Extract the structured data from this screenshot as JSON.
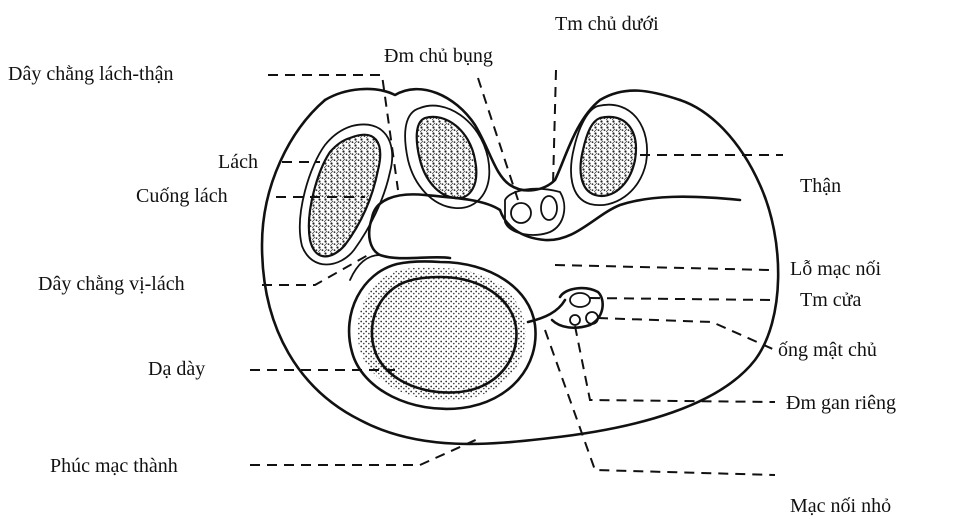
{
  "labels": {
    "tm_chu_duoi": "Tm chủ dưới",
    "dm_chu_bung": "Đm chủ bụng",
    "day_chang_lach_than": "Dây chằng lách-thận",
    "lach": "Lách",
    "cuong_lach": "Cuống lách",
    "than": "Thận",
    "lo_mac_noi": "Lỗ mạc nối",
    "day_chang_vi_lach": "Dây chằng vị-lách",
    "tm_cua": "Tm cửa",
    "ong_mat_chu": "ống mật chủ",
    "da_day": "Dạ dày",
    "dm_gan_rieng": "Đm gan riêng",
    "phuc_mac_thanh": "Phúc mạc thành",
    "mac_noi_nho": "Mạc nối nhỏ"
  }
}
